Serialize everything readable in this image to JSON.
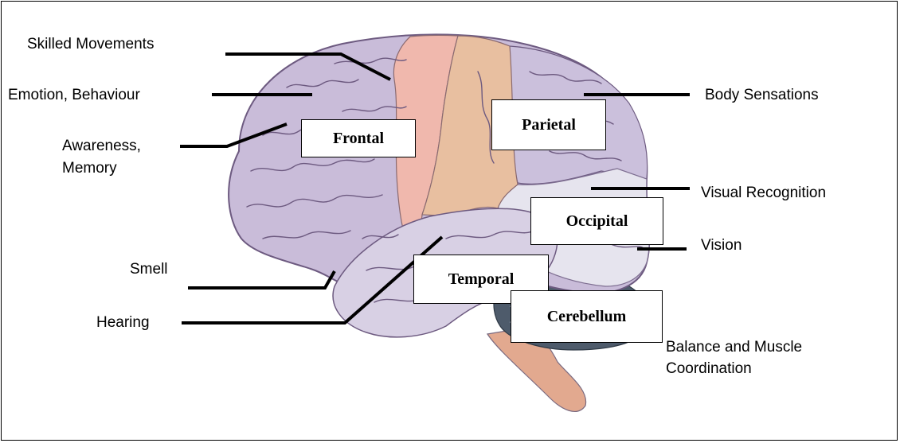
{
  "functions": {
    "skilled_movements": "Skilled Movements",
    "emotion_behaviour": "Emotion, Behaviour",
    "awareness_line1": "Awareness,",
    "awareness_line2": "Memory",
    "smell": "Smell",
    "hearing": "Hearing",
    "body_sensations": "Body Sensations",
    "visual_recognition": "Visual Recognition",
    "vision": "Vision",
    "balance_line1": "Balance and Muscle",
    "balance_line2": "Coordination"
  },
  "lobes": {
    "frontal": "Frontal",
    "parietal": "Parietal",
    "occipital": "Occipital",
    "temporal": "Temporal",
    "cerebellum": "Cerebellum"
  },
  "colors": {
    "frontal_lobe": "#c9bcd9",
    "motor_strip": "#f0b8ad",
    "sensory_strip": "#e8bfa0",
    "parietal_lobe": "#cbc0dc",
    "occipital_lobe": "#e6e4ee",
    "temporal_lobe": "#d8d0e4",
    "cerebellum": "#4e5b6b",
    "brainstem": "#e2a98f",
    "sulcus_lines": "#6d5a80"
  }
}
